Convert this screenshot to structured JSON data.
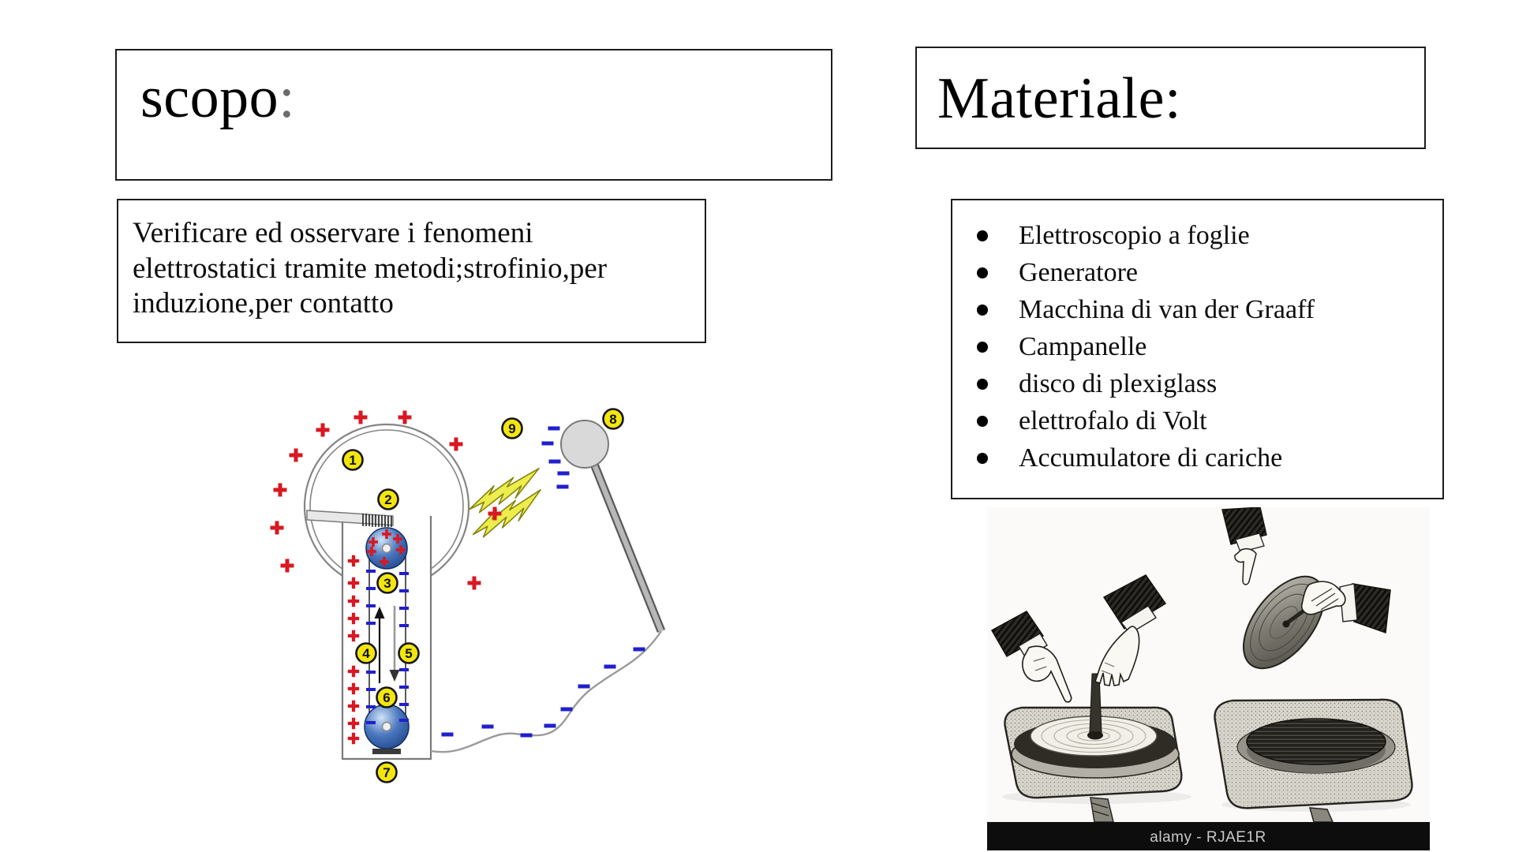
{
  "scopo_box": {
    "title": "scopo",
    "colon": ":"
  },
  "scopo_body": {
    "lines": [
      "Verificare ed osservare i fenomeni",
      "elettrostatici tramite metodi;strofinio,per",
      "induzione,per contatto"
    ]
  },
  "materiale_box": {
    "title": "Materiale:"
  },
  "materiale_list": {
    "items": [
      "Elettroscopio a foglie",
      "Generatore",
      "Macchina di van der Graaff",
      "Campanelle",
      "disco di plexiglass",
      "elettrofalo di Volt",
      "Accumulatore di cariche"
    ]
  },
  "diagram": {
    "badge_labels": [
      "1",
      "2",
      "3",
      "4",
      "5",
      "6",
      "7",
      "8",
      "9"
    ],
    "colors": {
      "positive_charge": "#d81822",
      "negative_charge": "#2020cc",
      "badge_fill": "#f2e60e",
      "lightning": "#eded4d",
      "roller_blue": "#2d5eae",
      "sphere_gray": "#d9d9d9"
    }
  },
  "engraving": {
    "caption": "alamy - RJAE1R",
    "caption_bar_color": "#0d0d0d"
  }
}
